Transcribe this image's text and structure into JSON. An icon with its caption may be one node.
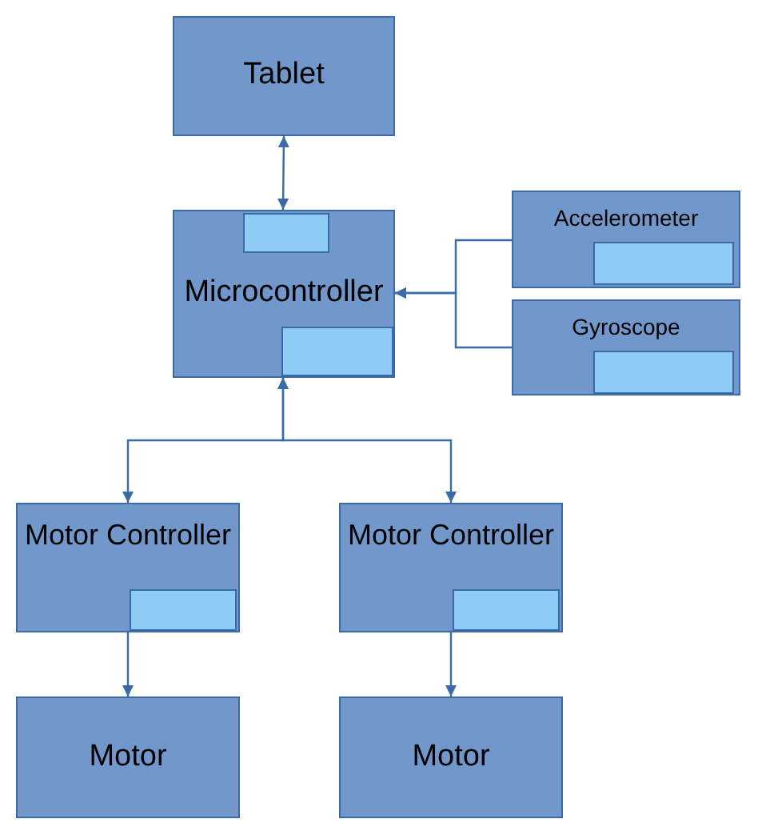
{
  "diagram": {
    "nodes": [
      {
        "text": [
          "Tablet"
        ]
      },
      {
        "text": [
          "Microcontroller"
        ]
      },
      {
        "text": [],
        "shape": "box",
        "in": 1
      },
      {
        "text": [],
        "shape": "box",
        "in": 1
      },
      {
        "text": [
          "Accelerometer"
        ]
      },
      {
        "text": [],
        "shape": "box",
        "in": 4
      },
      {
        "text": [
          "Gyroscope"
        ]
      },
      {
        "text": [],
        "shape": "box",
        "in": 6
      },
      {
        "text": [
          "Motor Controller"
        ]
      },
      {
        "text": [],
        "shape": "box",
        "in": 8
      },
      {
        "text": [
          "Motor Controller"
        ]
      },
      {
        "text": [],
        "shape": "box",
        "in": 10
      },
      {
        "text": [
          "Motor"
        ]
      },
      {
        "text": [
          "Motor"
        ]
      }
    ],
    "edges": [
      {
        "from": 0,
        "to": 1,
        "arrow": "both"
      },
      {
        "from": 4,
        "to": 1,
        "arrow": "to"
      },
      {
        "from": 6,
        "to": 1,
        "arrow": "to"
      },
      {
        "from": 1,
        "to": 8,
        "arrow": "both"
      },
      {
        "from": 1,
        "to": 10,
        "arrow": "both"
      },
      {
        "from": 8,
        "to": 12,
        "arrow": "to"
      },
      {
        "from": 10,
        "to": 13,
        "arrow": "to"
      }
    ]
  }
}
